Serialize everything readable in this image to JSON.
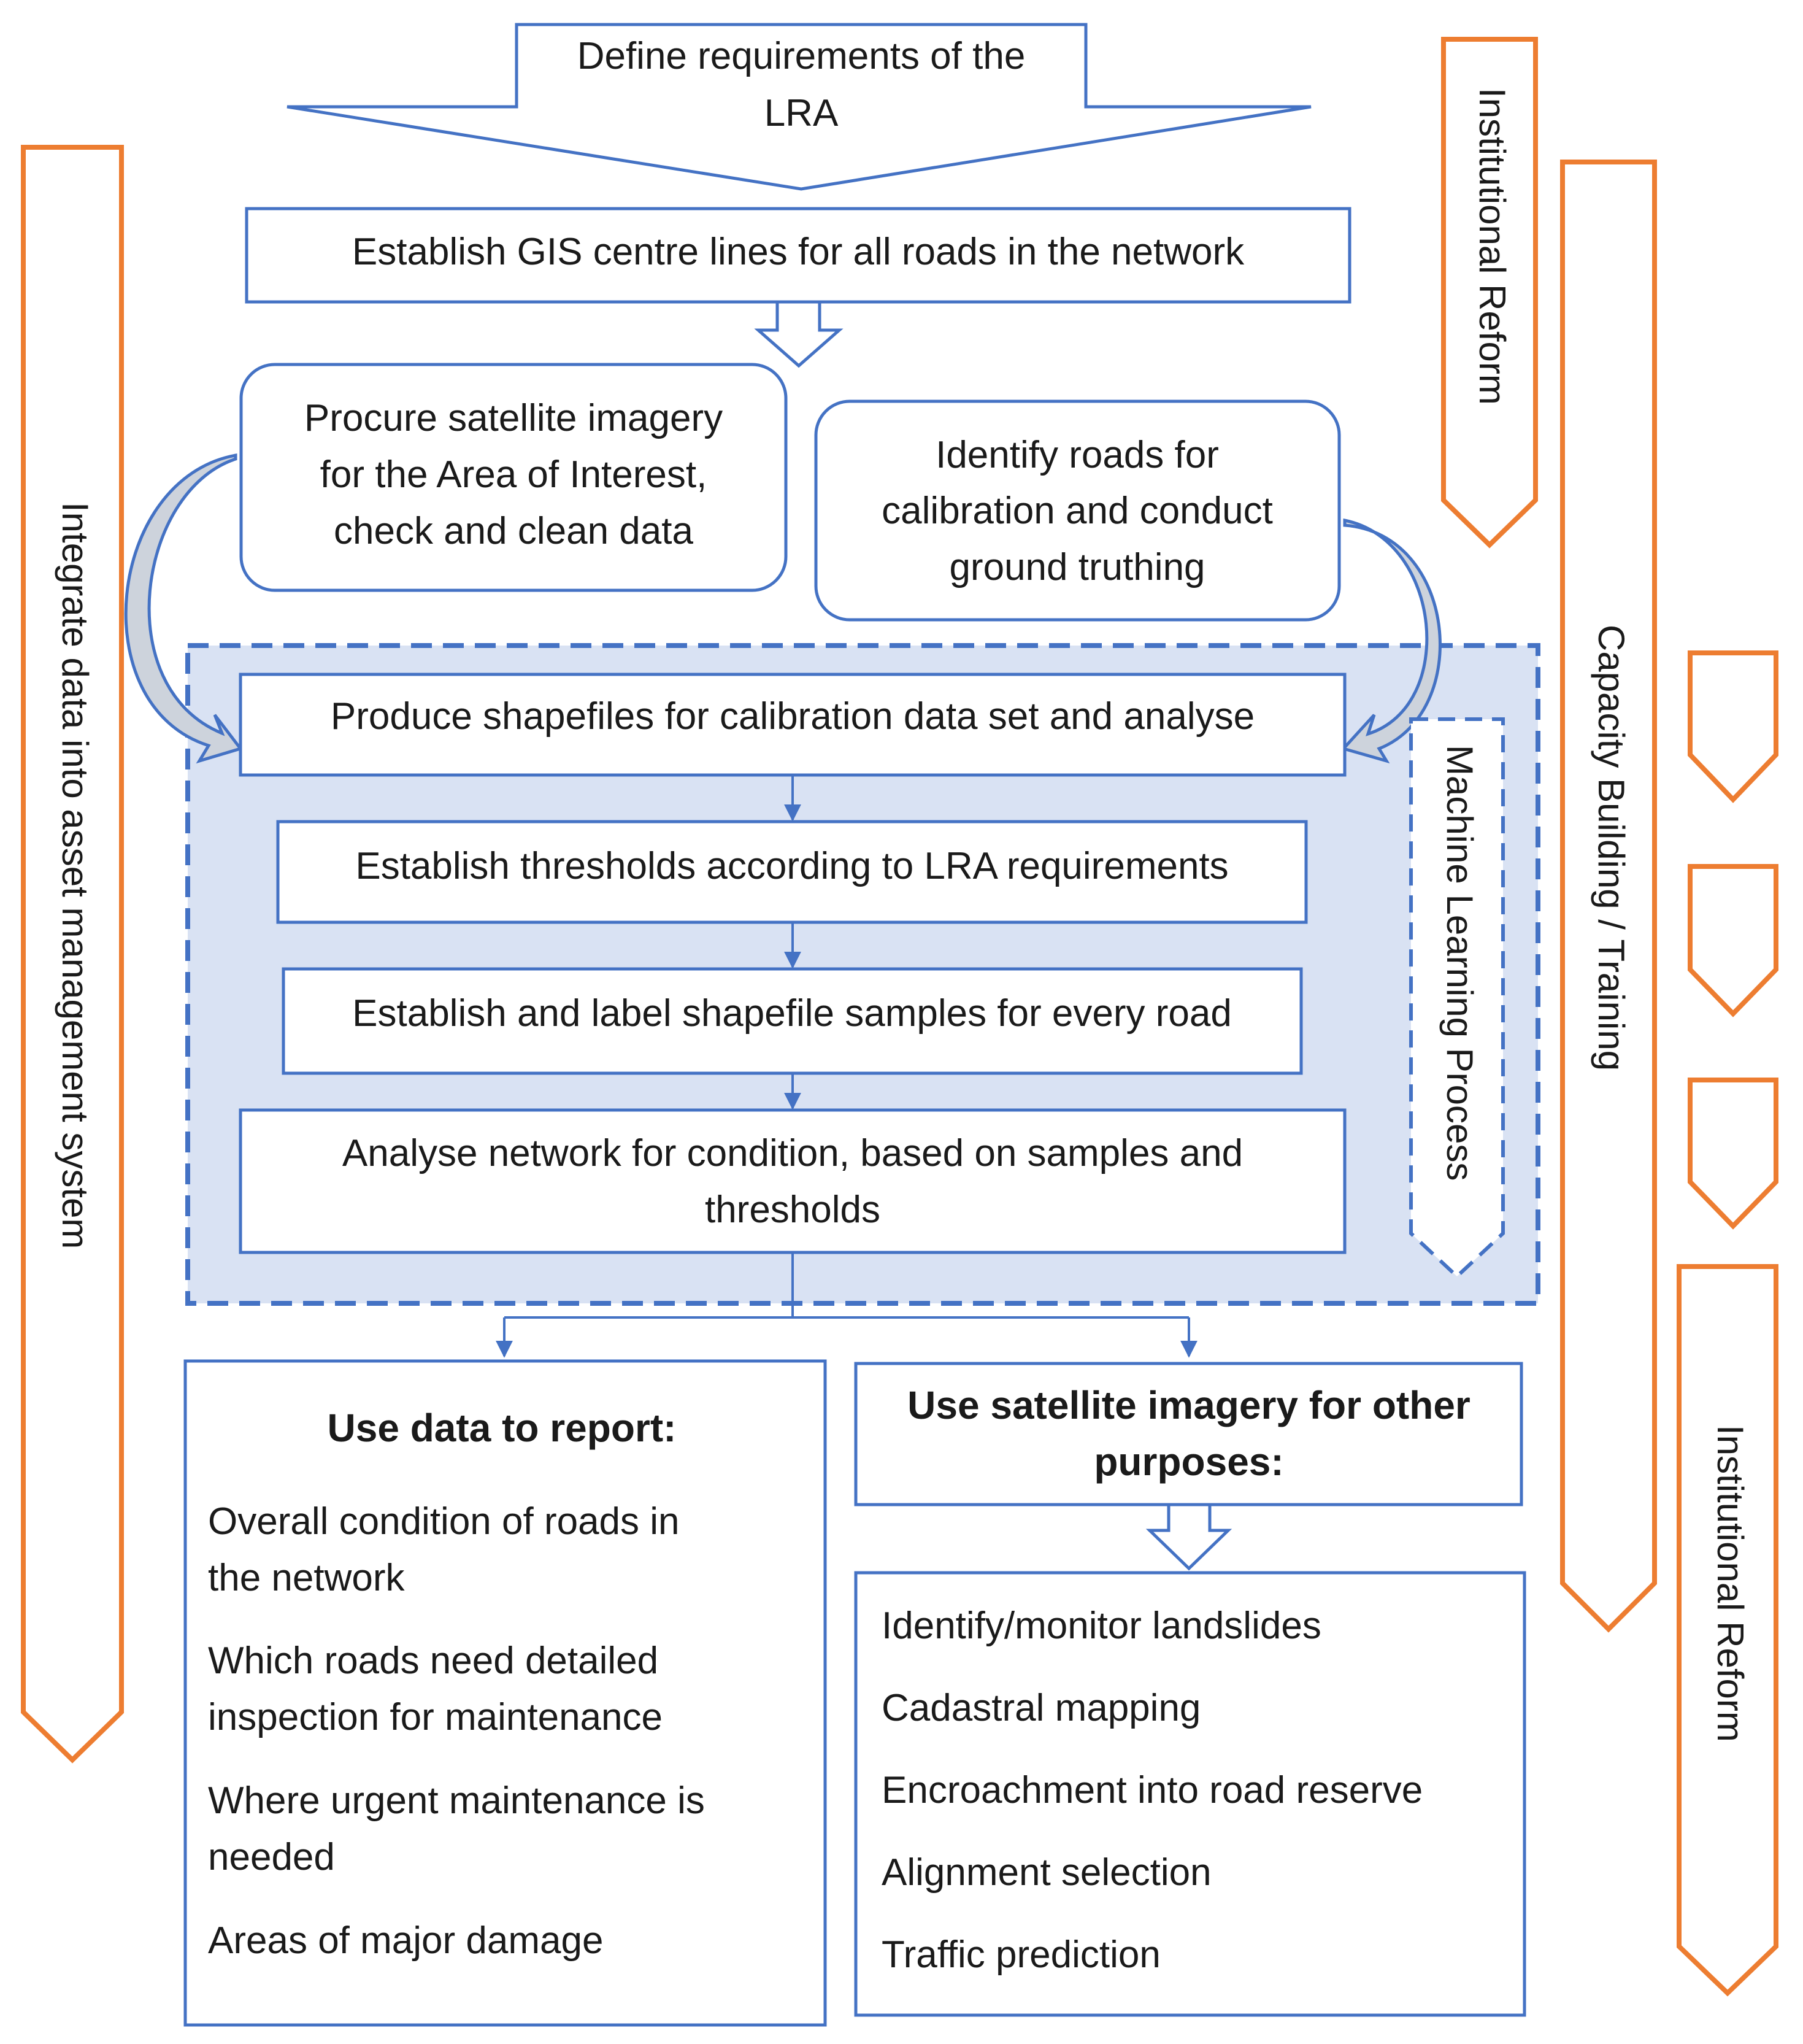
{
  "top_arrow": {
    "line1": "Define requirements of the",
    "line2": "LRA"
  },
  "gis_box": {
    "label": "Establish GIS centre lines for all roads in the network"
  },
  "procure_box": {
    "line1": "Procure satellite  imagery",
    "line2": "for the Area of Interest,",
    "line3": "check and clean data"
  },
  "identify_box": {
    "line1": "Identify roads for",
    "line2": "calibration and conduct",
    "line3": "ground truthing"
  },
  "ml_steps": {
    "step1": "Produce shapefiles for calibration data set and analyse",
    "step2": "Establish thresholds according to LRA requirements",
    "step3": "Establish and label shapefile samples for every road",
    "step4_line1": "Analyse network for condition, based on samples and",
    "step4_line2": "thresholds"
  },
  "ml_process_label": "Machine Learning Process",
  "report_box": {
    "heading": "Use data to report:",
    "items": [
      {
        "line1": "Overall condition of roads in",
        "line2": "the network"
      },
      {
        "line1": "Which roads need detailed",
        "line2": "inspection for maintenance"
      },
      {
        "line1": "Where urgent maintenance is",
        "line2": "needed"
      },
      {
        "line1": "Areas of major damage",
        "line2": ""
      }
    ]
  },
  "other_purposes": {
    "heading_line1": "Use satellite imagery for other",
    "heading_line2": "purposes:",
    "items": [
      "Identify/monitor landslides",
      "Cadastral mapping",
      "Encroachment into road reserve",
      "Alignment selection",
      "Traffic prediction"
    ]
  },
  "side_arrows": {
    "left": "Integrate data into asset management system",
    "institutional_top": "Institutional Reform",
    "capacity": "Capacity Building / Training",
    "institutional_bottom": "Institutional Reform"
  },
  "colors": {
    "box_border": "#4472c4",
    "panel_fill": "#d9e2f3",
    "side_arrow": "#ed7d31",
    "curved_arrow_fill": "#cdd3dc"
  }
}
